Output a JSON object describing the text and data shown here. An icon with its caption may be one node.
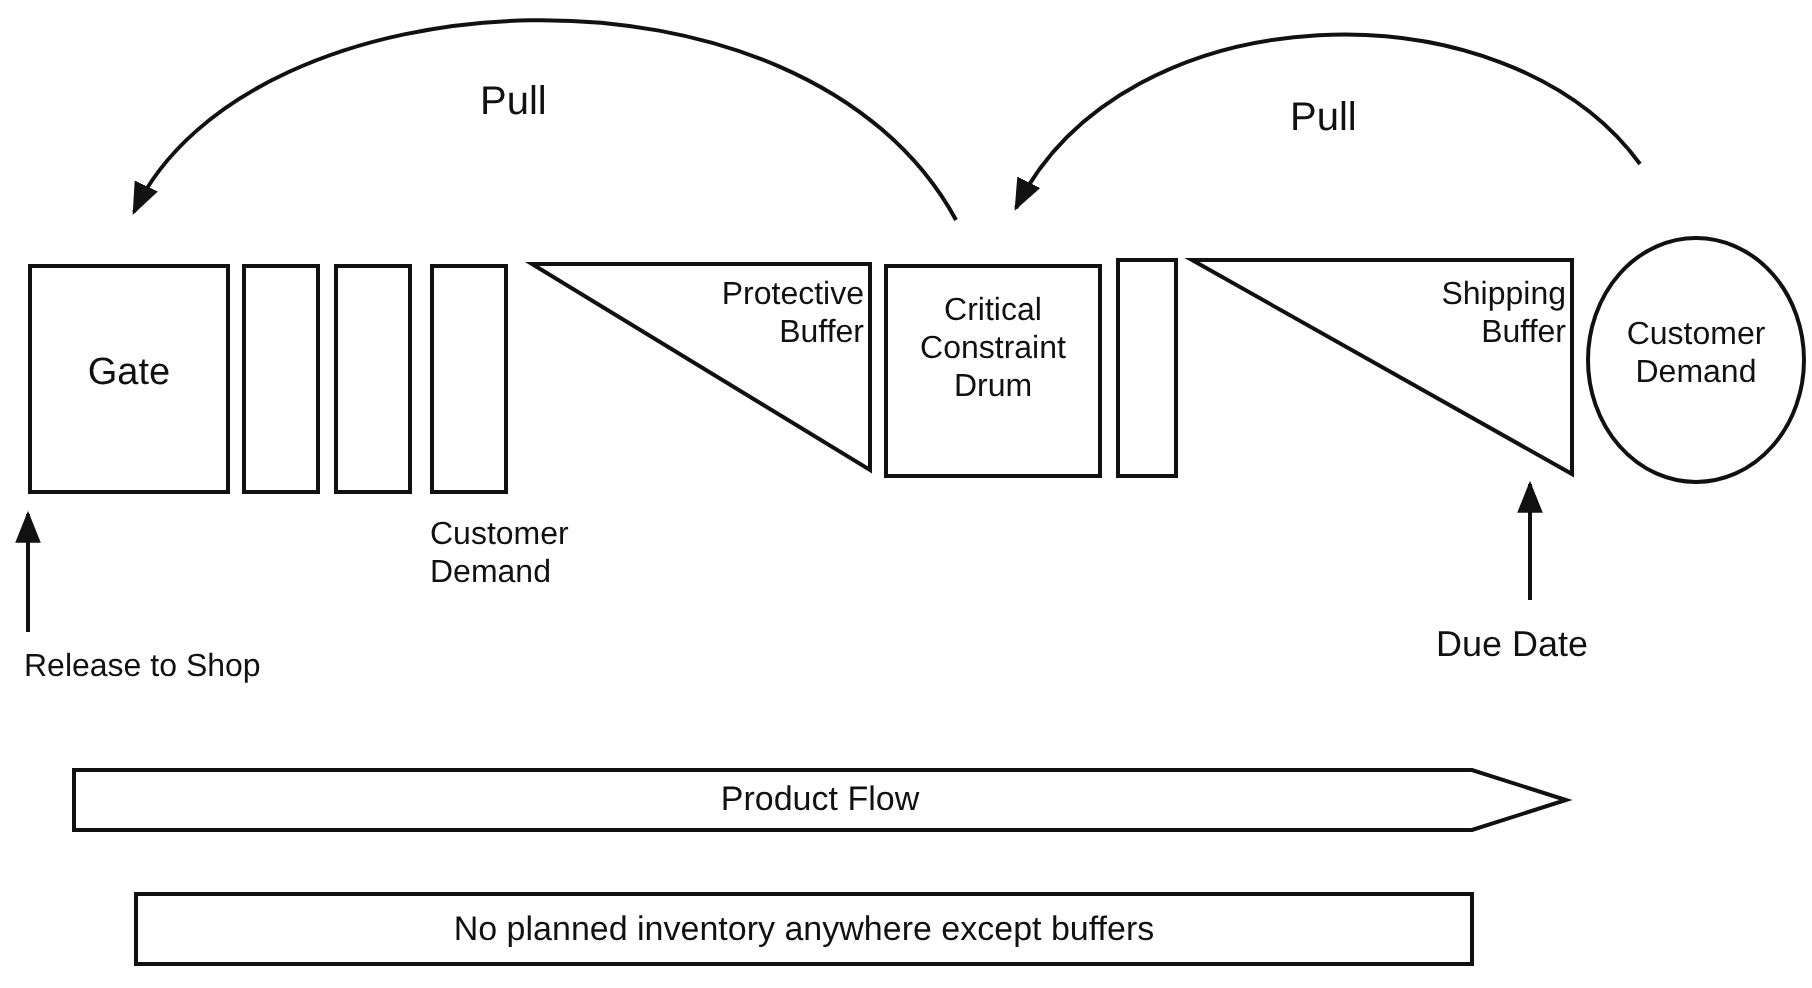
{
  "diagram": {
    "nodes": [
      {
        "text": [
          "Gate"
        ]
      },
      {
        "text": [],
        "shape": "box"
      },
      {
        "text": [],
        "shape": "box"
      },
      {
        "text": [],
        "shape": "box",
        "beside": [
          "Customer Demand"
        ]
      },
      {
        "text": [
          "Protective Buffer"
        ]
      },
      {
        "text": [
          "Critical Constraint Drum"
        ]
      },
      {
        "text": [],
        "shape": "box"
      },
      {
        "text": [
          "Shipping Buffer"
        ]
      },
      {
        "text": [
          "Customer Demand"
        ]
      },
      {
        "text": [
          "Release to Shop"
        ]
      },
      {
        "text": [
          "Due Date"
        ]
      },
      {
        "text": [
          "Product Flow"
        ]
      },
      {
        "text": [
          "No planned inventory anywhere except buffers"
        ]
      }
    ],
    "edges": [
      {
        "from": 5,
        "to": 0,
        "arrow": "to",
        "label": "Pull"
      },
      {
        "from": 8,
        "to": 5,
        "arrow": "to",
        "label": "Pull"
      },
      {
        "from": 9,
        "to": 0,
        "arrow": "to"
      },
      {
        "from": 10,
        "to": 7,
        "arrow": "to"
      }
    ]
  }
}
